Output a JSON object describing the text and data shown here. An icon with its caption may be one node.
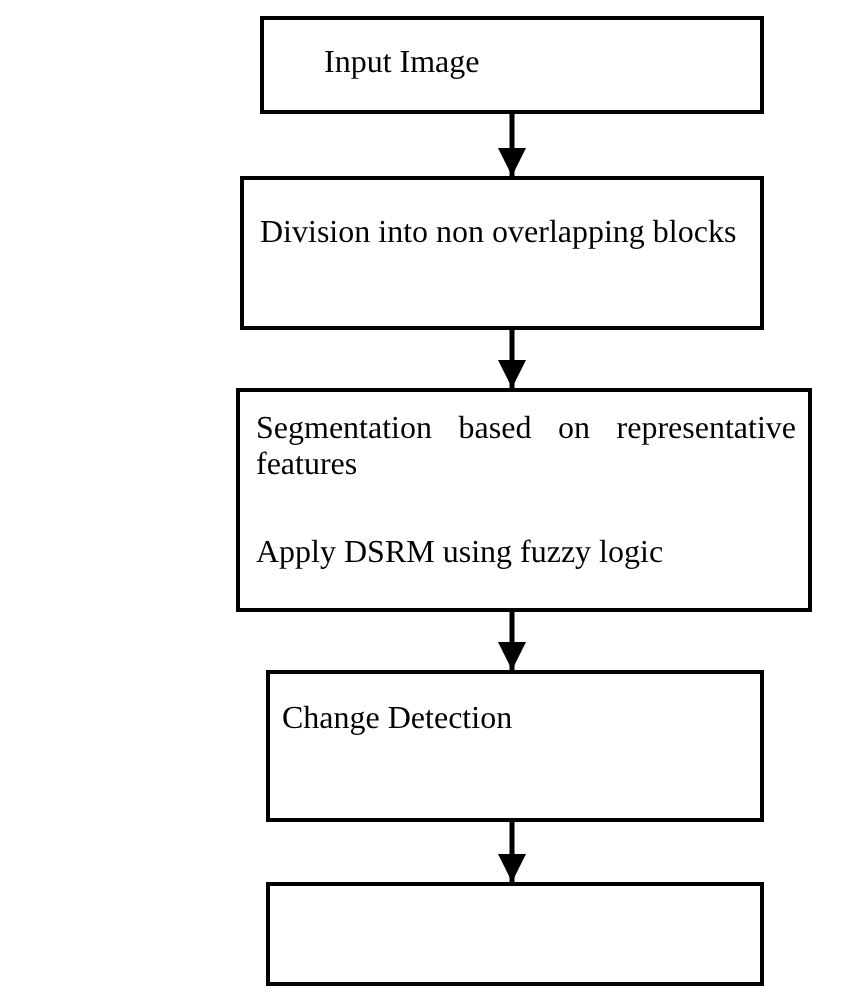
{
  "diagram": {
    "nodes": [
      {
        "text": [
          "Input Image"
        ]
      },
      {
        "text": [
          "Division into non overlapping blocks"
        ]
      },
      {
        "text": [
          "Segmentation based on representative features",
          "Apply DSRM using fuzzy logic"
        ]
      },
      {
        "text": [
          "Change Detection"
        ]
      },
      {
        "text": [],
        "shape": "box"
      }
    ],
    "edges": [
      {
        "from": 0,
        "to": 1,
        "arrow": "to"
      },
      {
        "from": 1,
        "to": 2,
        "arrow": "to"
      },
      {
        "from": 2,
        "to": 3,
        "arrow": "to"
      },
      {
        "from": 3,
        "to": 4,
        "arrow": "to"
      }
    ]
  }
}
